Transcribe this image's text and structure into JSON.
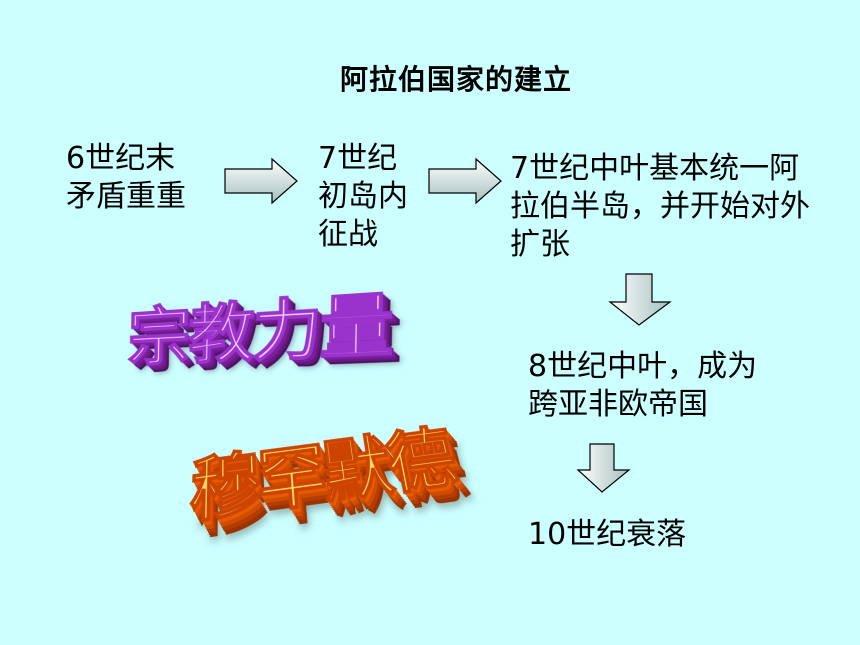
{
  "slide": {
    "title": "阿拉伯国家的建立",
    "steps": [
      "6世纪末\n矛盾重重",
      "7世纪\n初岛内\n征战",
      "7世纪中叶基本统一阿\n拉伯半岛，并开始对外\n扩张",
      "8世纪中叶，成为\n跨亚非欧帝国",
      "10世纪衰落"
    ],
    "wordart": {
      "religion": "宗教力量",
      "muhammad": "穆罕默德"
    }
  },
  "colors": {
    "background": "#ccffff",
    "arrow_fill_light": "#ffffff",
    "arrow_fill_dark": "#a6bfbf",
    "arrow_stroke": "#000000",
    "wordart_religion": "#ffccff",
    "wordart_muhammad": "#ffdd66"
  }
}
